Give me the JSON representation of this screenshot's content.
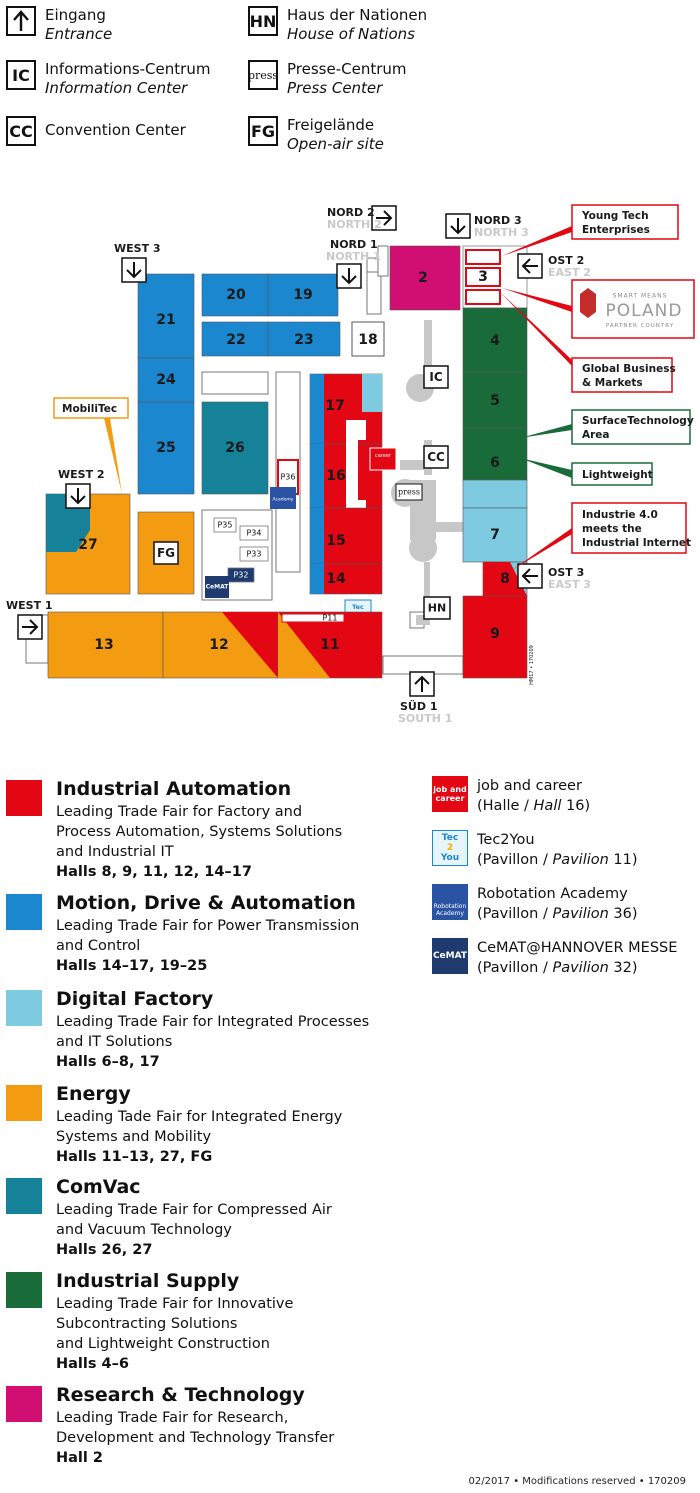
{
  "key": {
    "entrance": {
      "de": "Eingang",
      "en": "Entrance"
    },
    "info": {
      "symbol": "IC",
      "de": "Informations-Centrum",
      "en": "Information Center"
    },
    "convention": {
      "symbol": "CC",
      "de": "Convention Center"
    },
    "nations": {
      "symbol": "HN",
      "de": "Haus der Nationen",
      "en": "House of Nations"
    },
    "press": {
      "symbol": "press",
      "de": "Presse-Centrum",
      "en": "Press Center"
    },
    "openair": {
      "symbol": "FG",
      "de": "Freigelände",
      "en": "Open-air site"
    }
  },
  "colors": {
    "industrial_automation": "#e30613",
    "motion_drive": "#1a87cf",
    "digital_factory": "#7ecae1",
    "energy": "#f39c12",
    "comvac": "#15829a",
    "industrial_supply": "#1a6b3a",
    "research": "#d10e71"
  },
  "map": {
    "halls": {
      "h2": "2",
      "h3": "3",
      "h4": "4",
      "h5": "5",
      "h6": "6",
      "h7": "7",
      "h8": "8",
      "h9": "9",
      "h11": "11",
      "h12": "12",
      "h13": "13",
      "h14": "14",
      "h15": "15",
      "h16": "16",
      "h17": "17",
      "h18": "18",
      "h19": "19",
      "h20": "20",
      "h21": "21",
      "h22": "22",
      "h23": "23",
      "h24": "24",
      "h25": "25",
      "h26": "26",
      "h27": "27"
    },
    "pavilions": {
      "p11": "P11",
      "p32": "P32",
      "p33": "P33",
      "p34": "P34",
      "p35": "P35",
      "p36": "P36"
    },
    "buildings": {
      "ic": "IC",
      "cc": "CC",
      "hn": "HN",
      "fg": "FG",
      "press": "press"
    },
    "entrances": {
      "nord2": {
        "name": "NORD 2",
        "sub": "NORTH 2"
      },
      "nord1": {
        "name": "NORD 1",
        "sub": "NORTH 1"
      },
      "nord3": {
        "name": "NORD 3",
        "sub": "NORTH 3"
      },
      "west3": {
        "name": "WEST 3"
      },
      "west2": {
        "name": "WEST 2"
      },
      "west1": {
        "name": "WEST 1"
      },
      "ost2": {
        "name": "OST 2",
        "sub": "EAST 2"
      },
      "ost3": {
        "name": "OST 3",
        "sub": "EAST 3"
      },
      "sued1": {
        "name": "SÜD 1",
        "sub": "SOUTH 1"
      }
    },
    "callouts": {
      "mobilitec": "MobiliTec",
      "young_tech": [
        "Young Tech",
        "Enterprises"
      ],
      "global_business": [
        "Global Business",
        "& Markets"
      ],
      "surface": [
        "SurfaceTechnology",
        "Area"
      ],
      "lightweight": "Lightweight",
      "industrie40": [
        "Industrie 4.0",
        "meets the",
        "Industrial Internet"
      ]
    },
    "partner_logo": {
      "tagline": "SMART MEANS",
      "country": "POLAND",
      "subline": "PARTNER COUNTRY"
    },
    "pavilion_logos": {
      "tec2you": [
        "Tec",
        "2",
        "You"
      ],
      "robotation": [
        "Robotation",
        "Academy"
      ],
      "cemat": "CeMAT",
      "job": [
        "job and",
        "career"
      ]
    },
    "side_code": "HM17 • 170209"
  },
  "legend": {
    "themes": [
      {
        "title": "Industrial Automation",
        "desc": "Leading Trade Fair for Factory and\nProcess Automation, Systems Solutions\nand Industrial IT",
        "halls": "Halls 8, 9, 11, 12, 14–17",
        "color": "#e30613"
      },
      {
        "title": "Motion, Drive & Automation",
        "desc": "Leading Trade Fair for Power Transmission\nand Control",
        "halls": "Halls 14–17, 19–25",
        "color": "#1a87cf"
      },
      {
        "title": "Digital Factory",
        "desc": "Leading Trade Fair for Integrated Processes\nand IT Solutions",
        "halls": "Halls 6–8, 17",
        "color": "#7ecae1"
      },
      {
        "title": "Energy",
        "desc": "Leading Tade Fair for Integrated Energy\nSystems and Mobility",
        "halls": "Halls 11–13, 27, FG",
        "color": "#f39c12"
      },
      {
        "title": "ComVac",
        "desc": "Leading Trade Fair for Compressed Air\nand Vacuum Technology",
        "halls": "Halls 26, 27",
        "color": "#15829a"
      },
      {
        "title": "Industrial Supply",
        "desc": "Leading Trade Fair for Innovative\nSubcontracting Solutions\nand Lightweight Construction",
        "halls": "Halls 4–6",
        "color": "#1a6b3a"
      },
      {
        "title": "Research & Technology",
        "desc": "Leading Trade Fair for Research,\nDevelopment and Technology Transfer",
        "halls": "Hall 2",
        "color": "#d10e71"
      }
    ],
    "partners": [
      {
        "name": "job and career",
        "pre": "(Halle / ",
        "it": "Hall",
        "post": " 16)"
      },
      {
        "name": "Tec2You",
        "pre": "(Pavillon / ",
        "it": "Pavilion",
        "post": " 11)"
      },
      {
        "name": "Robotation Academy",
        "pre": "(Pavillon / ",
        "it": "Pavilion",
        "post": " 36)"
      },
      {
        "name": "CeMAT@HANNOVER MESSE",
        "pre": "(Pavillon / ",
        "it": "Pavilion",
        "post": " 32)"
      }
    ]
  },
  "footer": "02/2017 • Modifications reserved • 170209"
}
